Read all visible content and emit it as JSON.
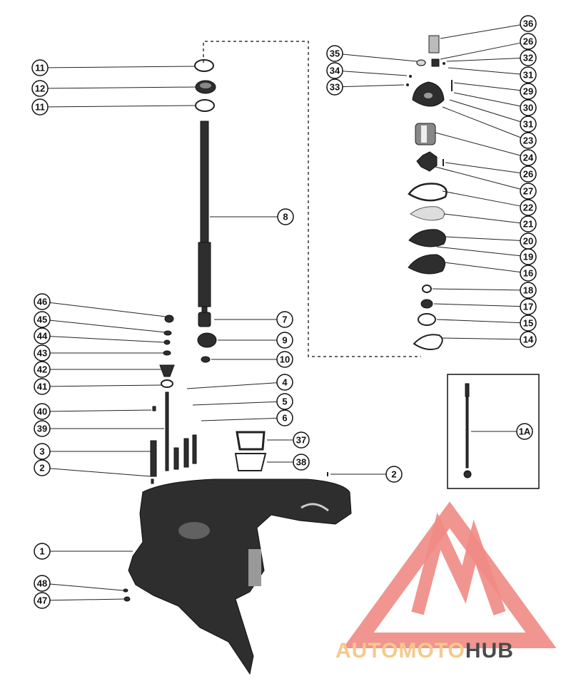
{
  "diagram": {
    "callouts": [
      {
        "id": "c1",
        "label": "11"
      },
      {
        "id": "c2",
        "label": "12"
      },
      {
        "id": "c3",
        "label": "11"
      },
      {
        "id": "c4",
        "label": "8"
      },
      {
        "id": "c5",
        "label": "46"
      },
      {
        "id": "c6",
        "label": "45"
      },
      {
        "id": "c7",
        "label": "44"
      },
      {
        "id": "c8",
        "label": "43"
      },
      {
        "id": "c9",
        "label": "42"
      },
      {
        "id": "c10",
        "label": "41"
      },
      {
        "id": "c11",
        "label": "40"
      },
      {
        "id": "c12",
        "label": "39"
      },
      {
        "id": "c13",
        "label": "3"
      },
      {
        "id": "c14",
        "label": "2"
      },
      {
        "id": "c15",
        "label": "1"
      },
      {
        "id": "c16",
        "label": "48"
      },
      {
        "id": "c17",
        "label": "47"
      },
      {
        "id": "c18",
        "label": "7"
      },
      {
        "id": "c19",
        "label": "9"
      },
      {
        "id": "c20",
        "label": "10"
      },
      {
        "id": "c21",
        "label": "4"
      },
      {
        "id": "c22",
        "label": "5"
      },
      {
        "id": "c23",
        "label": "6"
      },
      {
        "id": "c24",
        "label": "37"
      },
      {
        "id": "c25",
        "label": "38"
      },
      {
        "id": "c26",
        "label": "2"
      },
      {
        "id": "c27",
        "label": "35"
      },
      {
        "id": "c28",
        "label": "34"
      },
      {
        "id": "c29",
        "label": "33"
      },
      {
        "id": "c30",
        "label": "36"
      },
      {
        "id": "c31",
        "label": "26"
      },
      {
        "id": "c32",
        "label": "32"
      },
      {
        "id": "c33",
        "label": "31"
      },
      {
        "id": "c34",
        "label": "29"
      },
      {
        "id": "c35",
        "label": "30"
      },
      {
        "id": "c36",
        "label": "31"
      },
      {
        "id": "c37",
        "label": "23"
      },
      {
        "id": "c38",
        "label": "24"
      },
      {
        "id": "c39",
        "label": "26"
      },
      {
        "id": "c40",
        "label": "27"
      },
      {
        "id": "c41",
        "label": "22"
      },
      {
        "id": "c42",
        "label": "21"
      },
      {
        "id": "c43",
        "label": "20"
      },
      {
        "id": "c44",
        "label": "19"
      },
      {
        "id": "c45",
        "label": "16"
      },
      {
        "id": "c46",
        "label": "18"
      },
      {
        "id": "c47",
        "label": "17"
      },
      {
        "id": "c48",
        "label": "15"
      },
      {
        "id": "c49",
        "label": "14"
      },
      {
        "id": "c50",
        "label": "1A"
      }
    ]
  },
  "watermark": {
    "part1": "AUTOMOTO",
    "part2": "HUB",
    "part1_color": "#f5c98c",
    "part2_color": "#4a4a4a",
    "logo_color": "#f08a84"
  }
}
